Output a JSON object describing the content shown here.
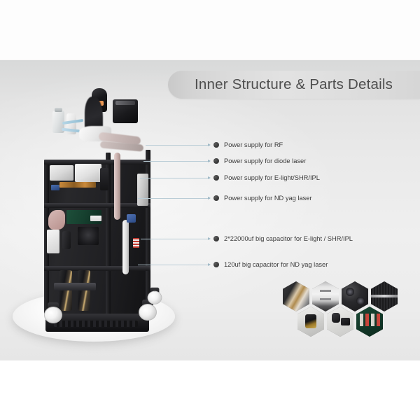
{
  "page": {
    "title": "Inner Structure & Parts Details",
    "background_top": "#fdfdfd",
    "background_panel": "#e9e9e9",
    "background_bottom": "#ffffff"
  },
  "banner": {
    "title": "Inner Structure & Parts Details",
    "text_color": "#4e4e4e",
    "fill_start": "#c9c9c9",
    "fill_end": "#d6d6d6"
  },
  "product": {
    "name": "multifunction laser machine inner structure",
    "alt": "Open trolley cabinet showing stacked power supplies, capacitors, wiring and casters"
  },
  "callouts": [
    {
      "index": 1,
      "label": "Power supply for RF",
      "dot_color": "#3c3c3c",
      "line_color": "#b9ccd6"
    },
    {
      "index": 2,
      "label": "Power supply for diode laser",
      "dot_color": "#3c3c3c",
      "line_color": "#b9ccd6"
    },
    {
      "index": 3,
      "label": "Power supply for E-light/SHR/IPL",
      "dot_color": "#3c3c3c",
      "line_color": "#b9ccd6"
    },
    {
      "index": 4,
      "label": "Power supply for ND yag laser",
      "dot_color": "#3c3c3c",
      "line_color": "#b9ccd6"
    },
    {
      "index": 5,
      "label": "2*22000uf big capacitor for E-light / SHR/IPL",
      "dot_color": "#3c3c3c",
      "line_color": "#b9ccd6"
    },
    {
      "index": 6,
      "label": "120uf big capacitor for ND yag laser",
      "dot_color": "#3c3c3c",
      "line_color": "#b9ccd6"
    }
  ],
  "thumbnails": [
    {
      "index": 1,
      "name": "capacitors-thumbnail",
      "row": "top"
    },
    {
      "index": 2,
      "name": "circuit-breaker-thumbnail",
      "row": "top"
    },
    {
      "index": 3,
      "name": "cooling-fans-thumbnail",
      "row": "top"
    },
    {
      "index": 4,
      "name": "radiator-thumbnail",
      "row": "top"
    },
    {
      "index": 5,
      "name": "connector-component-thumbnail",
      "row": "bottom"
    },
    {
      "index": 6,
      "name": "water-pump-thumbnail",
      "row": "bottom"
    },
    {
      "index": 7,
      "name": "circuit-board-thumbnail",
      "row": "bottom"
    }
  ]
}
